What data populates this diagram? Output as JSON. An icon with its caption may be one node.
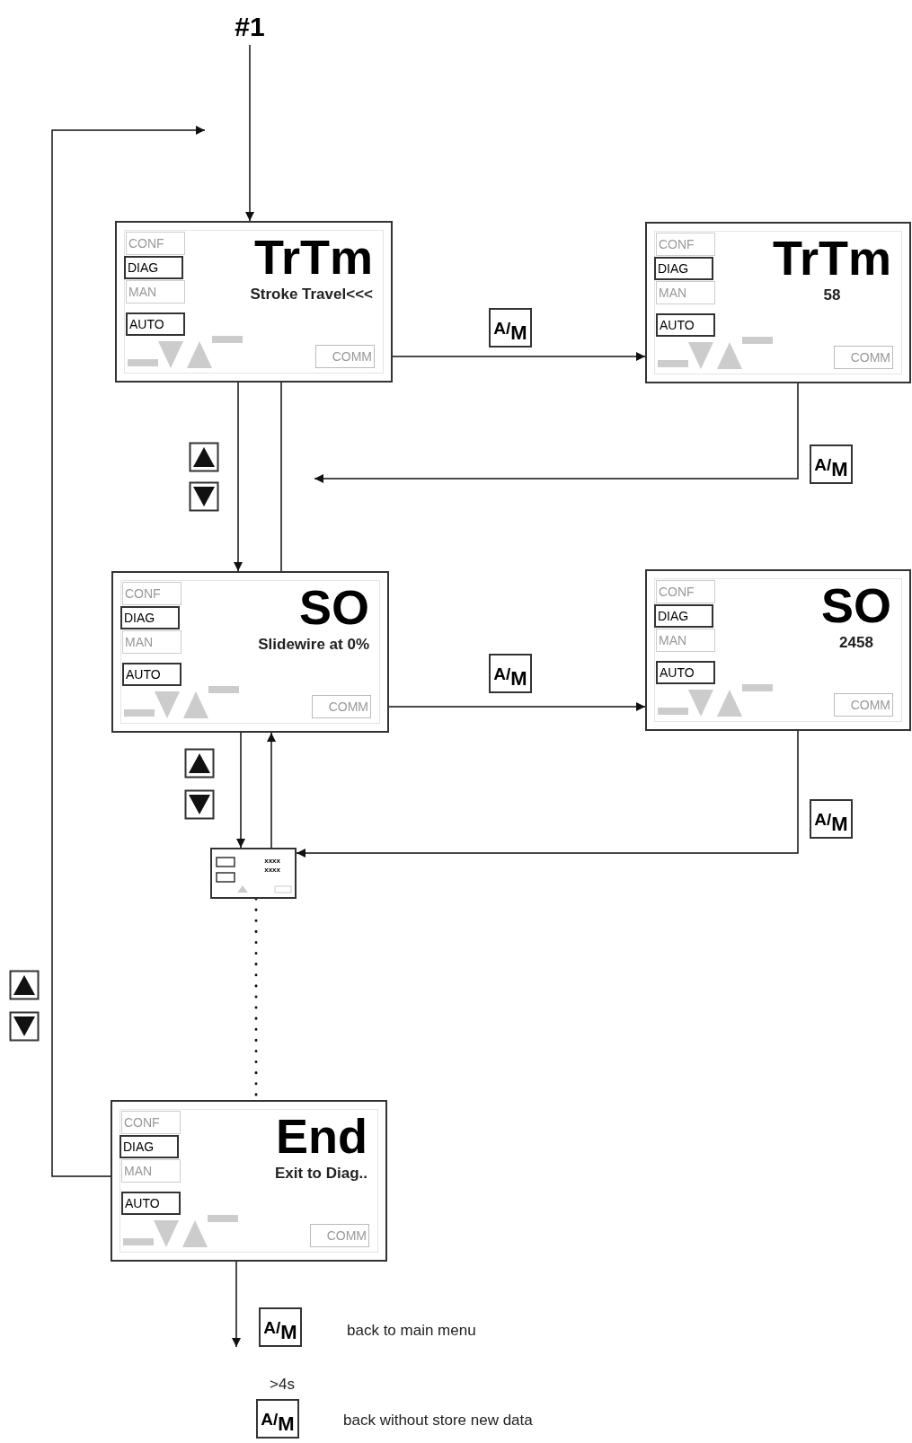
{
  "diagram": {
    "nodes": [
      {
        "text": [
          "#1"
        ]
      },
      {
        "text": [
          "TrTm",
          "Stroke Travel<<<",
          "CONF",
          "DIAG",
          "MAN",
          "AUTO",
          "COMM"
        ]
      },
      {
        "text": [
          "TrTm",
          "58",
          "CONF",
          "DIAG",
          "MAN",
          "AUTO",
          "COMM"
        ]
      },
      {
        "text": [
          "SO",
          "Slidewire at 0%",
          "CONF",
          "DIAG",
          "MAN",
          "AUTO",
          "COMM"
        ]
      },
      {
        "text": [
          "SO",
          "2458",
          "CONF",
          "DIAG",
          "MAN",
          "AUTO",
          "COMM"
        ]
      },
      {
        "text": [
          "xxxx",
          "xxxx"
        ]
      },
      {
        "text": [
          "End",
          "Exit to Diag..",
          "CONF",
          "DIAG",
          "MAN",
          "AUTO",
          "COMM"
        ]
      }
    ],
    "edges": [
      {
        "from": 0,
        "to": 1,
        "arrow": "to"
      },
      {
        "from": 1,
        "to": 2,
        "arrow": "to",
        "label": "A/$_{M}$"
      },
      {
        "from": 2,
        "to": null,
        "arrow": "to",
        "label": "A/$_{M}$"
      },
      {
        "from": 1,
        "to": 3,
        "arrow": "to"
      },
      {
        "from": 3,
        "to": 1,
        "arrow": "to"
      },
      {
        "from": 3,
        "to": 4,
        "arrow": "to",
        "label": "A/$_{M}$"
      },
      {
        "from": 4,
        "to": 5,
        "arrow": "to",
        "label": "A/$_{M}$"
      },
      {
        "from": 3,
        "to": 5,
        "arrow": "to"
      },
      {
        "from": 5,
        "to": 3,
        "arrow": "to"
      },
      {
        "from": 5,
        "to": 6,
        "arrow": "none",
        "style": "dashed"
      },
      {
        "from": 6,
        "to": null,
        "arrow": "to"
      },
      {
        "from": 6,
        "to": null,
        "arrow": "to",
        "label": "A/$_{M}$"
      }
    ],
    "labels": [
      "back to main menu",
      ">4s",
      "A/$_{M}$",
      "back without store new data"
    ]
  }
}
